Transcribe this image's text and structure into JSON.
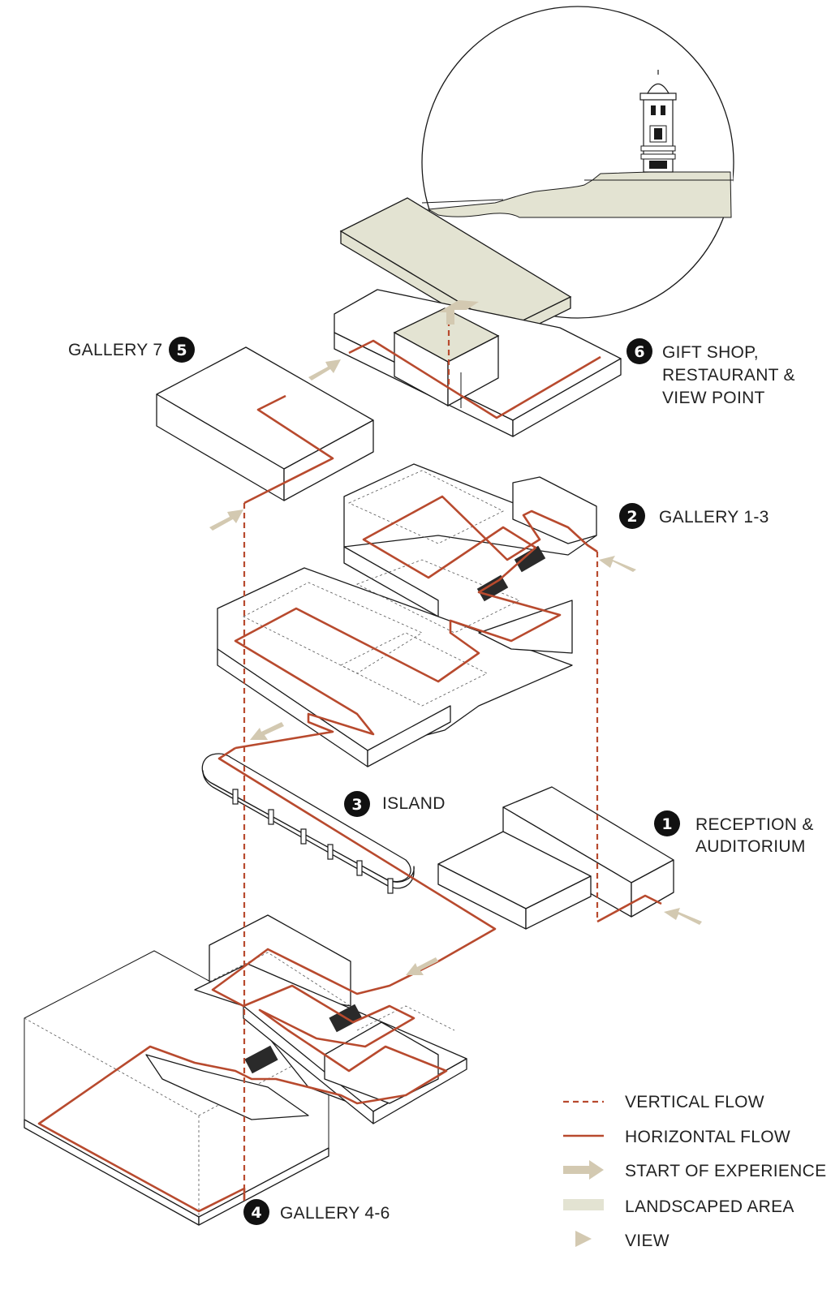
{
  "labels": {
    "gallery7": "GALLERY 7",
    "giftshop_l1": "GIFT SHOP,",
    "giftshop_l2": "RESTAURANT &",
    "giftshop_l3": "VIEW POINT",
    "gallery13": "GALLERY 1-3",
    "island": "ISLAND",
    "reception_l1": "RECEPTION &",
    "reception_l2": "AUDITORIUM",
    "gallery46": "GALLERY 4-6"
  },
  "numbers": {
    "reception": "1",
    "gallery13": "2",
    "island": "3",
    "gallery46": "4",
    "gallery7": "5",
    "giftshop": "6"
  },
  "legend": {
    "vertical_flow": "VERTICAL FLOW",
    "horizontal_flow": "HORIZONTAL FLOW",
    "start_of_experience": "START OF EXPERIENCE",
    "landscaped_area": "LANDSCAPED AREA",
    "view": "VIEW"
  },
  "colors": {
    "flow": "#b84a2e",
    "start_arrow": "#d3c9b1",
    "landscaped": "#e3e3d2",
    "line": "#1a1a1a"
  }
}
